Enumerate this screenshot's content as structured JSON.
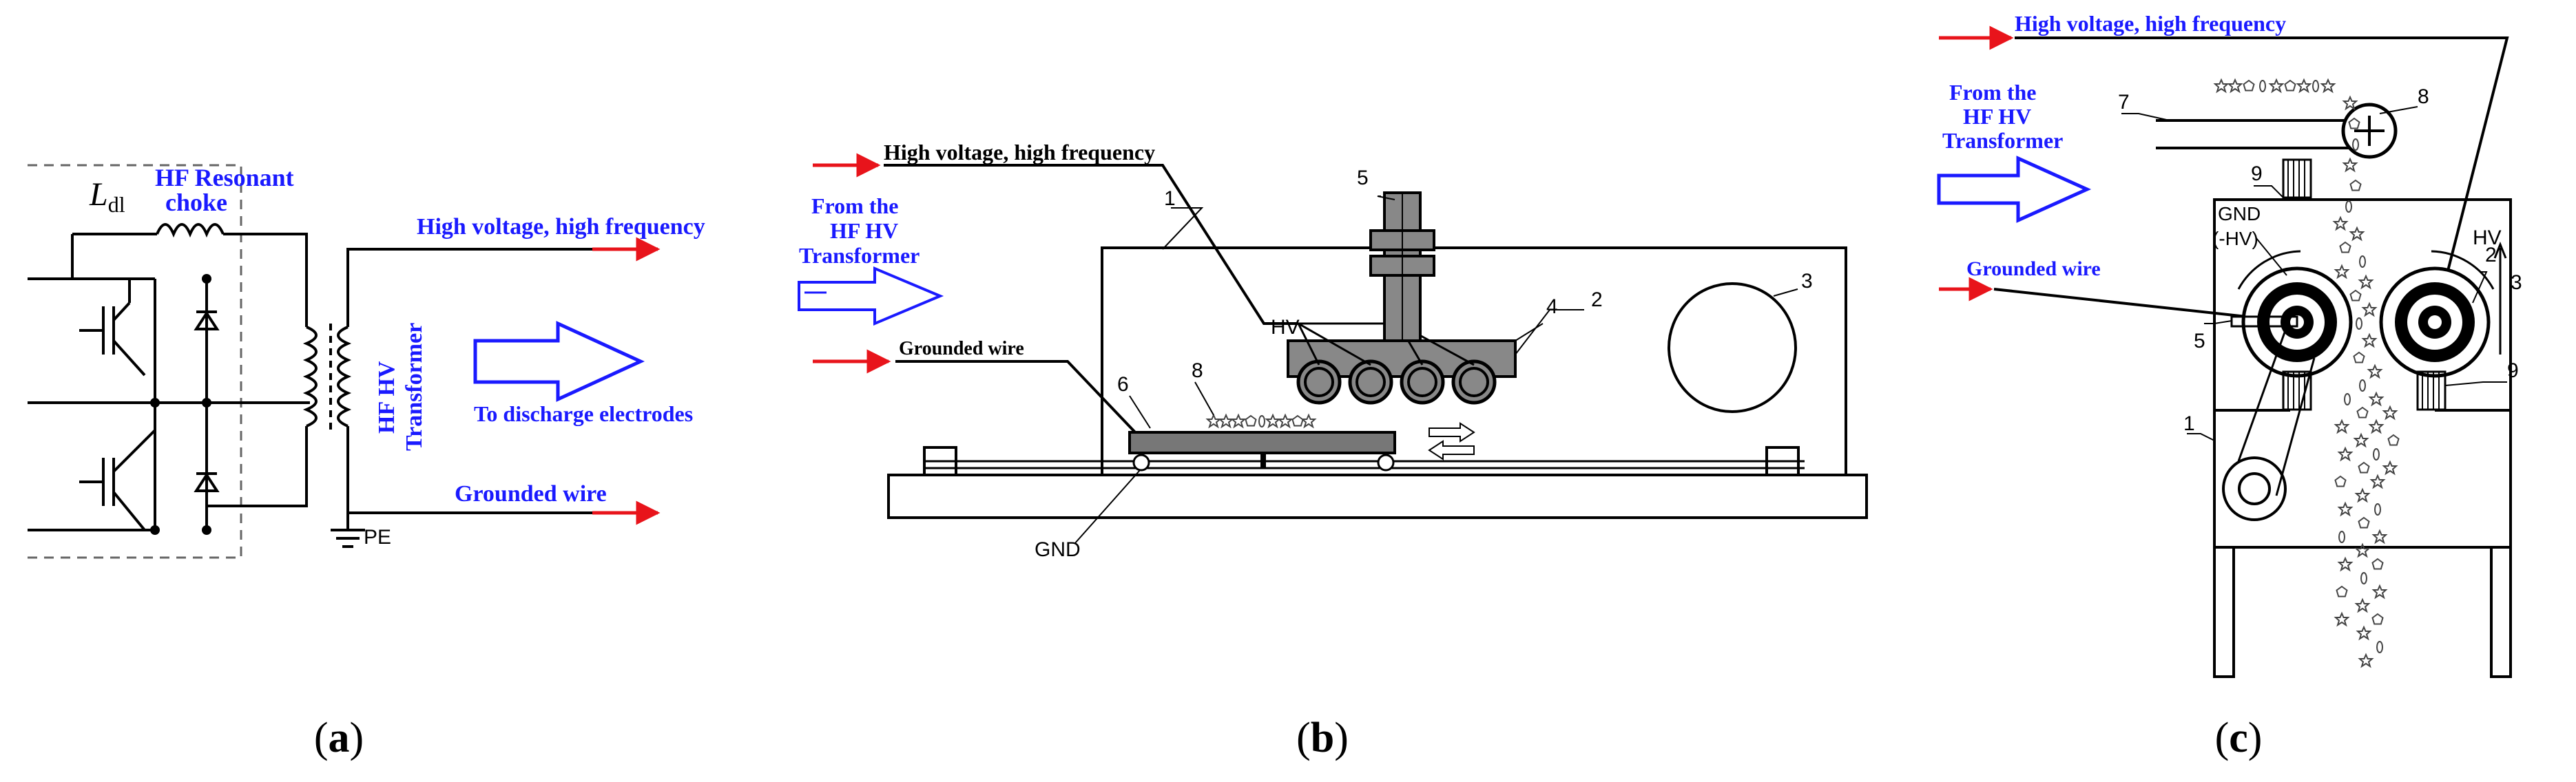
{
  "panel_a": {
    "caption_open": "(",
    "caption_letter": "a",
    "caption_close": ")",
    "choke_symbol": "L",
    "choke_subscript": "dl",
    "choke_label_line1": "HF Resonant",
    "choke_label_line2": "choke",
    "hv_output": "High voltage, high frequency",
    "transformer_line1": "HF HV",
    "transformer_line2": "Transformer",
    "arrow_text": "To discharge electrodes",
    "grounded": "Grounded wire",
    "pe": "PE"
  },
  "panel_b": {
    "caption_open": "(",
    "caption_letter": "b",
    "caption_close": ")",
    "hv_input": "High voltage, high frequency",
    "from_line1": "From the",
    "from_line2": "HF HV",
    "from_line3": "Transformer",
    "grounded": "Grounded wire",
    "hv": "HV",
    "gnd": "GND",
    "numbers": [
      "1",
      "2",
      "3",
      "4",
      "5",
      "6",
      "8"
    ]
  },
  "panel_c": {
    "caption_open": "(",
    "caption_letter": "c",
    "caption_close": ")",
    "hv_input": "High voltage, high frequency",
    "from_line1": "From the",
    "from_line2": "HF HV",
    "from_line3": "Transformer",
    "grounded": "Grounded wire",
    "gnd": "GND",
    "gnd_sub": "(-HV)",
    "hv": "HV",
    "numbers": [
      "1",
      "2",
      "3",
      "5",
      "7",
      "8",
      "9",
      "9"
    ]
  },
  "colors": {
    "arrow_red": "#e8141b",
    "label_blue": "#1a1aff",
    "line": "#000000"
  }
}
